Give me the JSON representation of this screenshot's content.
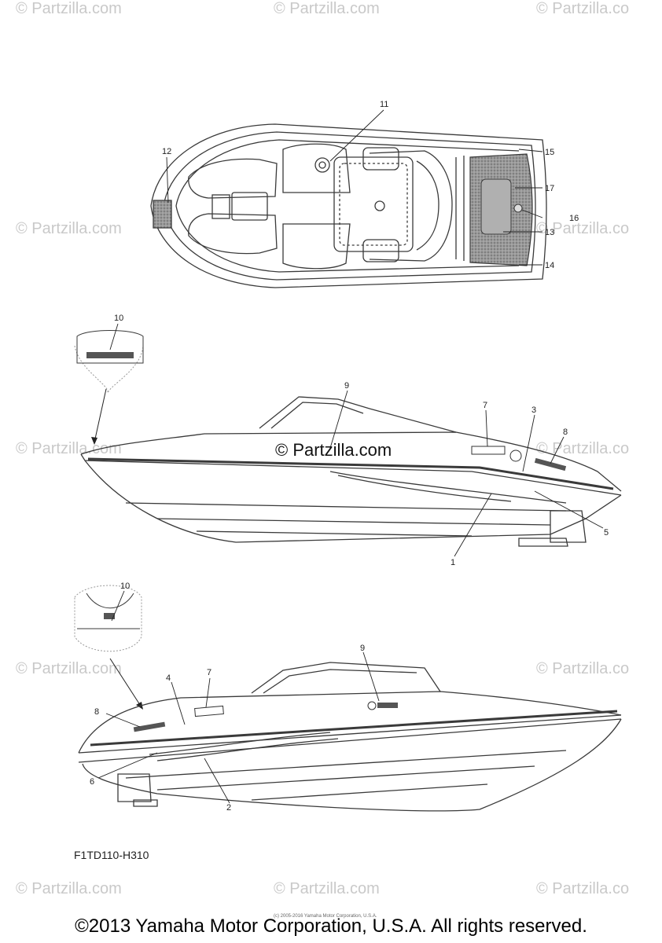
{
  "watermarks": {
    "text": "© Partzilla.com",
    "text_cut": "© Partzilla.co"
  },
  "center_watermark": "© Partzilla.com",
  "callouts": {
    "c1": "1",
    "c2": "2",
    "c3": "3",
    "c4": "4",
    "c5": "5",
    "c6": "6",
    "c7a": "7",
    "c7b": "7",
    "c8a": "8",
    "c8b": "8",
    "c9a": "9",
    "c9b": "9",
    "c10a": "10",
    "c10b": "10",
    "c11": "11",
    "c12": "12",
    "c13": "13",
    "c14": "14",
    "c15": "15",
    "c16": "16",
    "c17": "17"
  },
  "diagram_code": "F1TD110-H310",
  "tiny_copyright": "(c) 2005-2016 Yamaha Motor Corporation, U.S.A.",
  "copyright": "©2013 Yamaha Motor Corporation, U.S.A. All rights reserved.",
  "colors": {
    "line": "#3a3a3a",
    "hatch": "#8a8a8a",
    "watermark": "#c9c9c9"
  }
}
